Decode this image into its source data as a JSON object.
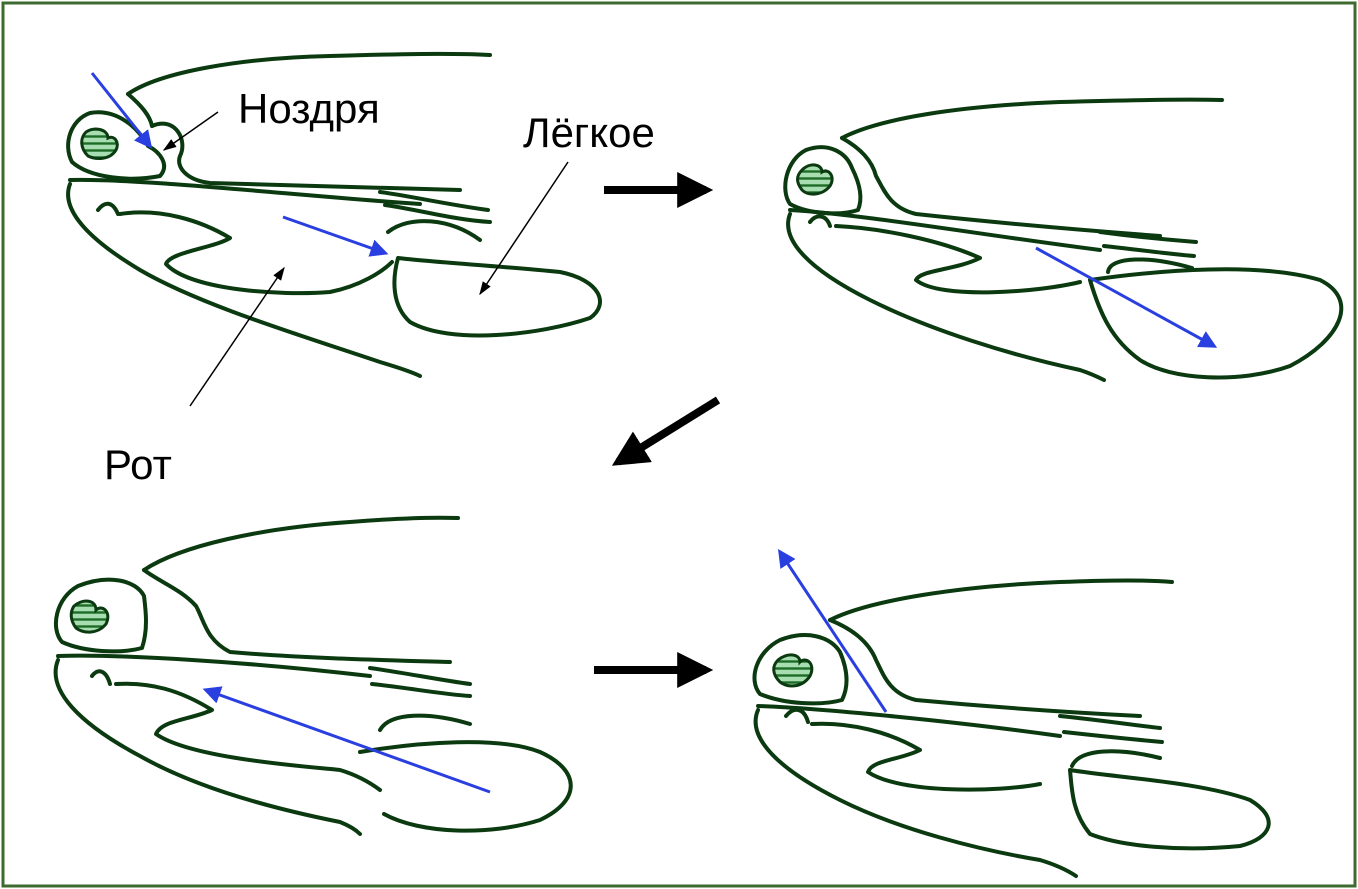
{
  "labels": {
    "nostril": "Ноздря",
    "lung": "Лёгкое",
    "mouth": "Рот"
  },
  "colors": {
    "outline": "#0b3a10",
    "frame": "#3d6b2f",
    "hatch_fill": "#8fd19e",
    "air_flow_arrow": "#2a3fe0",
    "sequence_arrow": "#000000"
  },
  "panels": [
    {
      "stage": 1
    },
    {
      "stage": 2
    },
    {
      "stage": 3
    },
    {
      "stage": 4
    }
  ]
}
